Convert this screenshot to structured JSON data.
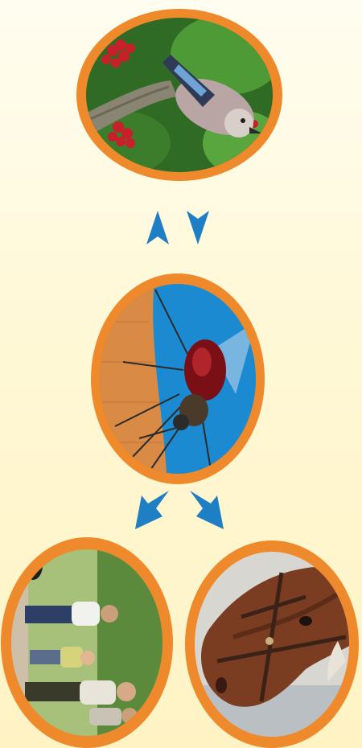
{
  "diagram": {
    "type": "transmission-cycle",
    "nodes": [
      {
        "id": "bird",
        "subject": "jay-bird-on-branch-with-red-berries"
      },
      {
        "id": "mosquito",
        "subject": "mosquito-feeding-on-skin"
      },
      {
        "id": "humans",
        "subject": "people-walking-outdoors"
      },
      {
        "id": "horse",
        "subject": "horse-head-with-bridle"
      }
    ],
    "edges": [
      {
        "from": "mosquito",
        "to": "bird"
      },
      {
        "from": "bird",
        "to": "mosquito"
      },
      {
        "from": "mosquito",
        "to": "humans"
      },
      {
        "from": "mosquito",
        "to": "horse"
      }
    ]
  },
  "colors": {
    "ring": "#ee8a2b",
    "arrow": "#1f7fc4",
    "background": "#fff8d6"
  }
}
